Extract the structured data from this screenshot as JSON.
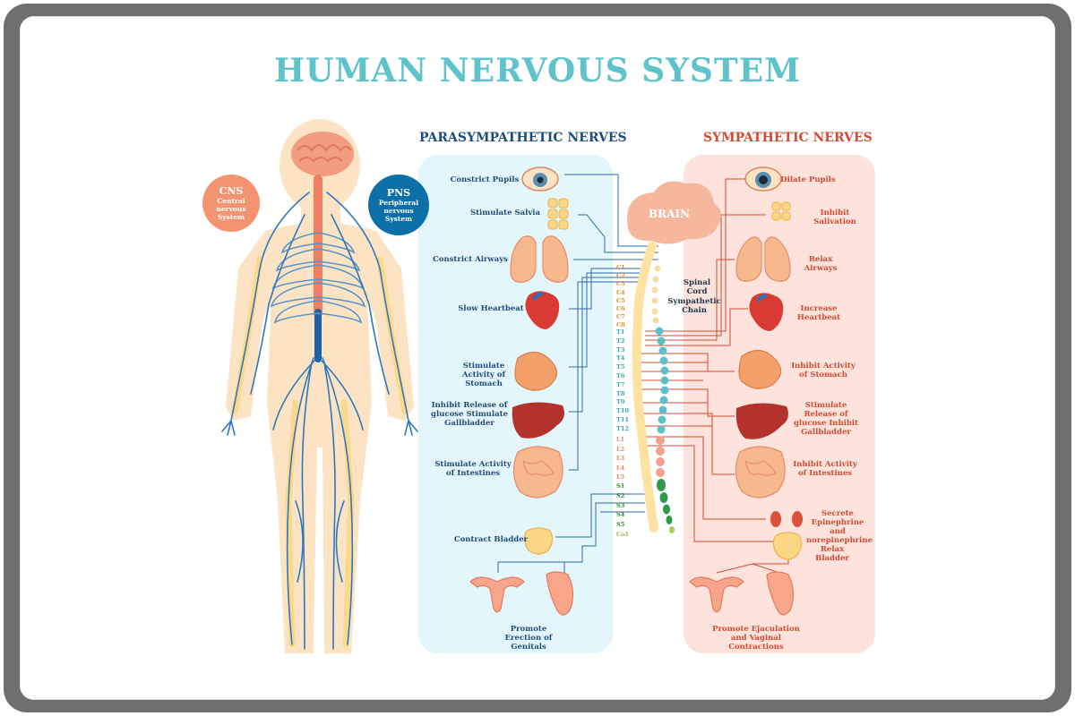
{
  "title": "HUMAN NERVOUS SYSTEM",
  "columns": {
    "parasympathetic": "PARASYMPATHETIC NERVES",
    "sympathetic": "SYMPATHETIC NERVES"
  },
  "badges": {
    "cns": {
      "abbr": "CNS",
      "line1": "Central",
      "line2": "nervous",
      "line3": "System"
    },
    "pns": {
      "abbr": "PNS",
      "line1": "Peripheral",
      "line2": "nervous",
      "line3": "System"
    }
  },
  "center": {
    "brain": "BRAIN",
    "spinal_cord": "Spinal Cord",
    "sympathetic_chain": "Sympathetic Chain"
  },
  "parasympathetic_labels": {
    "pupils": "Constrict Pupils",
    "salvia": "Stimulate Salvia",
    "airways": "Constrict Airways",
    "heart": "Slow Heartbeat",
    "stomach": "Stimulate Activity of Stomach",
    "glucose": "Inhibit Release of glucose Stimulate Gallbladder",
    "intestines": "Stimulate Activity of Intestines",
    "bladder": "Contract Bladder",
    "genitals": "Promote Erection of Genitals"
  },
  "sympathetic_labels": {
    "pupils": "Dilate Pupils",
    "salivation": "Inhibit Salivation",
    "airways": "Relax Airways",
    "heart": "Increase Heartbeat",
    "stomach": "Inhibit Activity of Stomach",
    "glucose": "Stimulate Release of glucose Inhibit Gallbladder",
    "intestines": "Inhibit Activity of Intestines",
    "adrenal": "Secrete Epinephrine and norepinephrine",
    "bladder": "Relax Bladder",
    "genitals": "Promote Ejaculation and Vaginal Contractions"
  },
  "segments": {
    "cervical": [
      "C1",
      "C2",
      "C3",
      "C4",
      "C5",
      "C6",
      "C7",
      "C8"
    ],
    "thoracic": [
      "T1",
      "T2",
      "T3",
      "T4",
      "T5",
      "T6",
      "T7",
      "T8",
      "T9",
      "T10",
      "T11",
      "T12"
    ],
    "lumbar": [
      "L1",
      "L2",
      "L3",
      "L4",
      "L5"
    ],
    "sacral": [
      "S1",
      "S2",
      "S3",
      "S4",
      "S5",
      "Co1"
    ]
  },
  "colors": {
    "title": "#5fc3cc",
    "parasympathetic": "#1f4d7a",
    "sympathetic": "#d24b33",
    "para_panel": "#e3f6fb",
    "symp_panel": "#fde3db",
    "cns": "#f3936f",
    "pns": "#0d6fa8"
  }
}
